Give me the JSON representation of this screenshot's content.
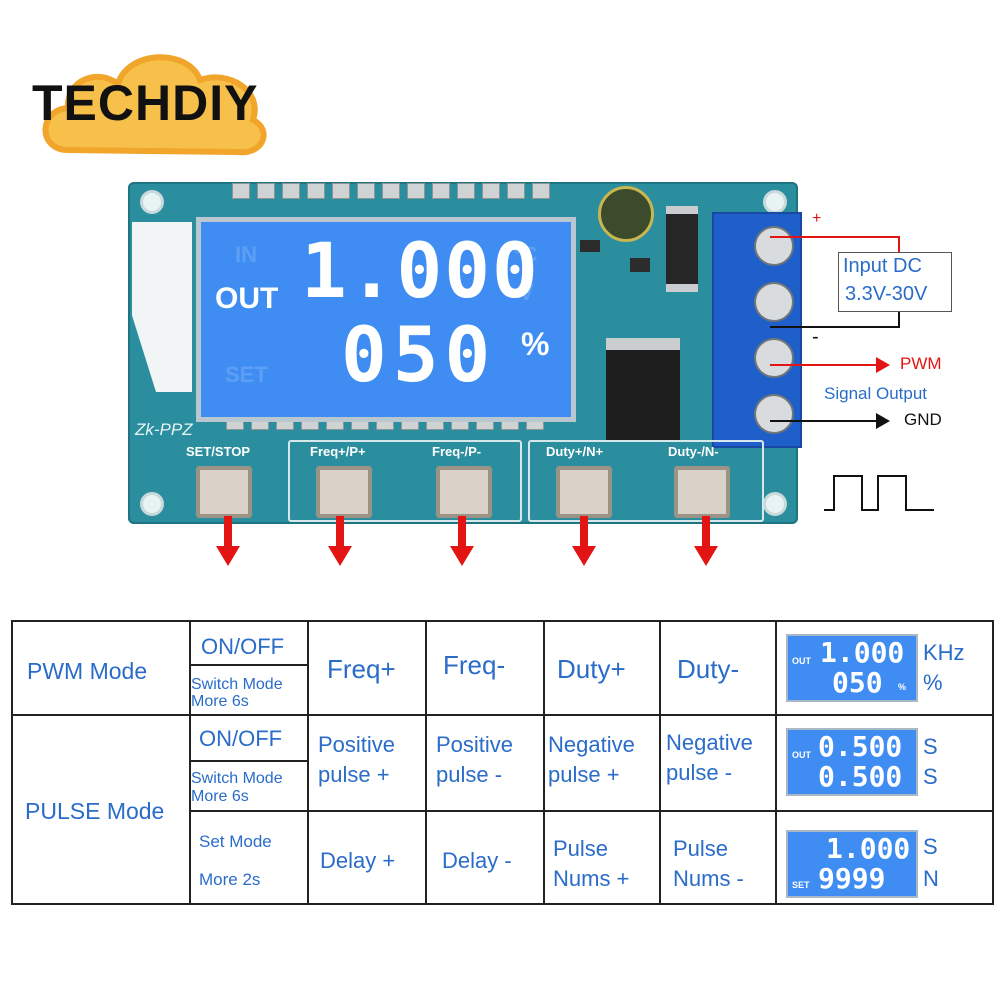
{
  "logo": {
    "text": "TECHDIY"
  },
  "board": {
    "model_label": "Zk-PPZ",
    "lcd": {
      "out_label": "OUT",
      "line1": "1.000",
      "line2": "050",
      "unit2": "%",
      "ghost_labels": [
        "IN",
        "SET",
        "°C",
        "V"
      ]
    },
    "buttons": [
      "SET/STOP",
      "Freq+/P+",
      "Freq-/P-",
      "Duty+/N+",
      "Duty-/N-"
    ]
  },
  "annotations": {
    "plus": "+",
    "minus": "-",
    "input_line1": "Input DC",
    "input_line2": "3.3V-30V",
    "pwm": "PWM",
    "signal_output": "Signal Output",
    "gnd": "GND"
  },
  "table": {
    "rows": [
      {
        "mode": "PWM Mode",
        "top_action": "ON/OFF",
        "bottom_action": [
          "Switch Mode",
          "More 6s"
        ],
        "buttons": [
          "Freq+",
          "Freq-",
          "Duty+",
          "Duty-"
        ],
        "display": {
          "label": "OUT",
          "line1": "1.000",
          "line2": "050",
          "mark": "%",
          "units": [
            "KHz",
            "%"
          ]
        }
      },
      {
        "mode": "PULSE Mode",
        "top_action": "ON/OFF",
        "bottom_action": [
          "Switch Mode",
          "More 6s"
        ],
        "buttons": [
          [
            "Positive",
            "pulse +"
          ],
          [
            "Positive",
            "pulse -"
          ],
          [
            "Negative",
            "pulse +"
          ],
          [
            "Negative",
            "pulse -"
          ]
        ],
        "display": {
          "label": "OUT",
          "line1": "0.500",
          "line2": "0.500",
          "units": [
            "S",
            "S"
          ]
        }
      },
      {
        "mode": "",
        "top_action": "",
        "bottom_action": [
          "Set Mode",
          "More 2s"
        ],
        "buttons": [
          [
            "Delay +"
          ],
          [
            "Delay -"
          ],
          [
            "Pulse",
            "Nums +"
          ],
          [
            "Pulse",
            "Nums -"
          ]
        ],
        "display": {
          "label": "SET",
          "line1": "1.000",
          "line2": "9999",
          "units": [
            "S",
            "N"
          ]
        }
      }
    ]
  },
  "colors": {
    "accent_blue": "#2a6cc9",
    "lcd_blue": "#3f8df2",
    "board_teal": "#2a8e9e",
    "arrow_red": "#e31414"
  }
}
